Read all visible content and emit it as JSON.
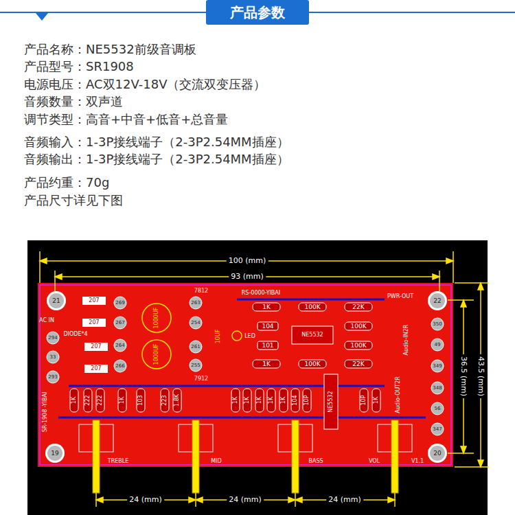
{
  "diagram": {
    "title": "产品参数",
    "labels": [
      "产品名称：NE5532前级音调板",
      "产品型号：SR1908",
      "电源电压：AC双12V-18V（交流双变压器）",
      "音频数量：双声道",
      "调节类型：高音+中音+低音+总音量",
      "音频输入：1-3P接线端子（2-3P2.54MM插座）",
      "音频输出：1-3P接线端子（2-3P2.54MM插座）",
      "产品约重：70g",
      "产品尺寸详见下图",
      "100 (mm)",
      "93 (mm)",
      "36.5 (mm)",
      "43.5 (mm)",
      "24 (mm)",
      "24 (mm)",
      "24 (mm)",
      "AC IN",
      "DIODE*4",
      "207",
      "207",
      "207",
      "207",
      "7812",
      "7912",
      "RS-0000-YIBAI",
      "LED",
      "NE5532",
      "PWR-OUT",
      "TREBLE",
      "MID",
      "BASS",
      "VOL",
      "V1.1",
      "SR-1908 -YIBAI",
      "NE5532",
      "Audio-IN2R",
      "Audio-OUT2R",
      "1K",
      "100K",
      "22K",
      "100K",
      "100K",
      "1K",
      "100K",
      "22K",
      "104",
      "101",
      "1000UF",
      "1000UF",
      "10UF",
      "1K",
      "222",
      "222",
      "1K",
      "103",
      "223",
      "1.8K",
      "1K",
      "1K",
      "1K",
      "1K",
      "1K",
      "104",
      "10P",
      "10P",
      "1K",
      "21",
      "22",
      "19",
      "20",
      "269",
      "267",
      "264",
      "266",
      "294",
      "33",
      "293",
      "263",
      "254",
      "261",
      "255",
      "350",
      "49",
      "349",
      "348",
      "56",
      "347"
    ]
  }
}
